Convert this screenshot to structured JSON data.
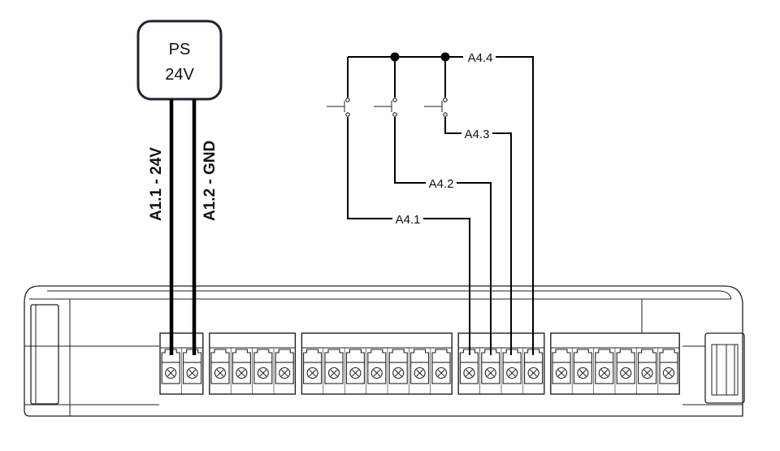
{
  "power_supply": {
    "line1": "PS",
    "line2": "24V"
  },
  "power_wires": [
    {
      "label": "A1.1 - 24V"
    },
    {
      "label": "A1.2 - GND"
    }
  ],
  "signal_wires": [
    {
      "label": "A4.1"
    },
    {
      "label": "A4.2"
    },
    {
      "label": "A4.3"
    },
    {
      "label": "A4.4"
    }
  ],
  "terminal_blocks": [
    {
      "count": 2
    },
    {
      "count": 4
    },
    {
      "count": 7
    },
    {
      "count": 4
    },
    {
      "count": 6
    }
  ]
}
